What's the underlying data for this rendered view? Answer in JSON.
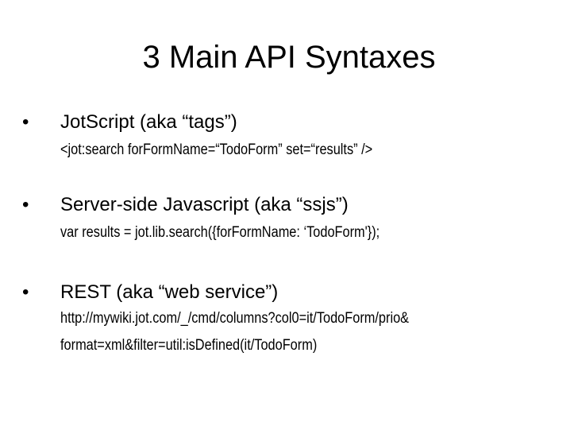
{
  "slide": {
    "title": "3 Main API Syntaxes",
    "bullets": [
      {
        "marker": "•",
        "heading": "JotScript (aka “tags”)",
        "lines": [
          "<jot:search forFormName=“TodoForm” set=“results” />"
        ]
      },
      {
        "marker": "•",
        "heading": "Server-side Javascript (aka “ssjs”)",
        "lines": [
          "var results = jot.lib.search({forFormName: ‘TodoForm'});"
        ]
      },
      {
        "marker": "•",
        "heading": "REST (aka “web service”)",
        "lines": [
          "http://mywiki.jot.com/_/cmd/columns?col0=it/TodoForm/prio&",
          "format=xml&filter=util:isDefined(it/TodoForm)"
        ]
      }
    ]
  }
}
